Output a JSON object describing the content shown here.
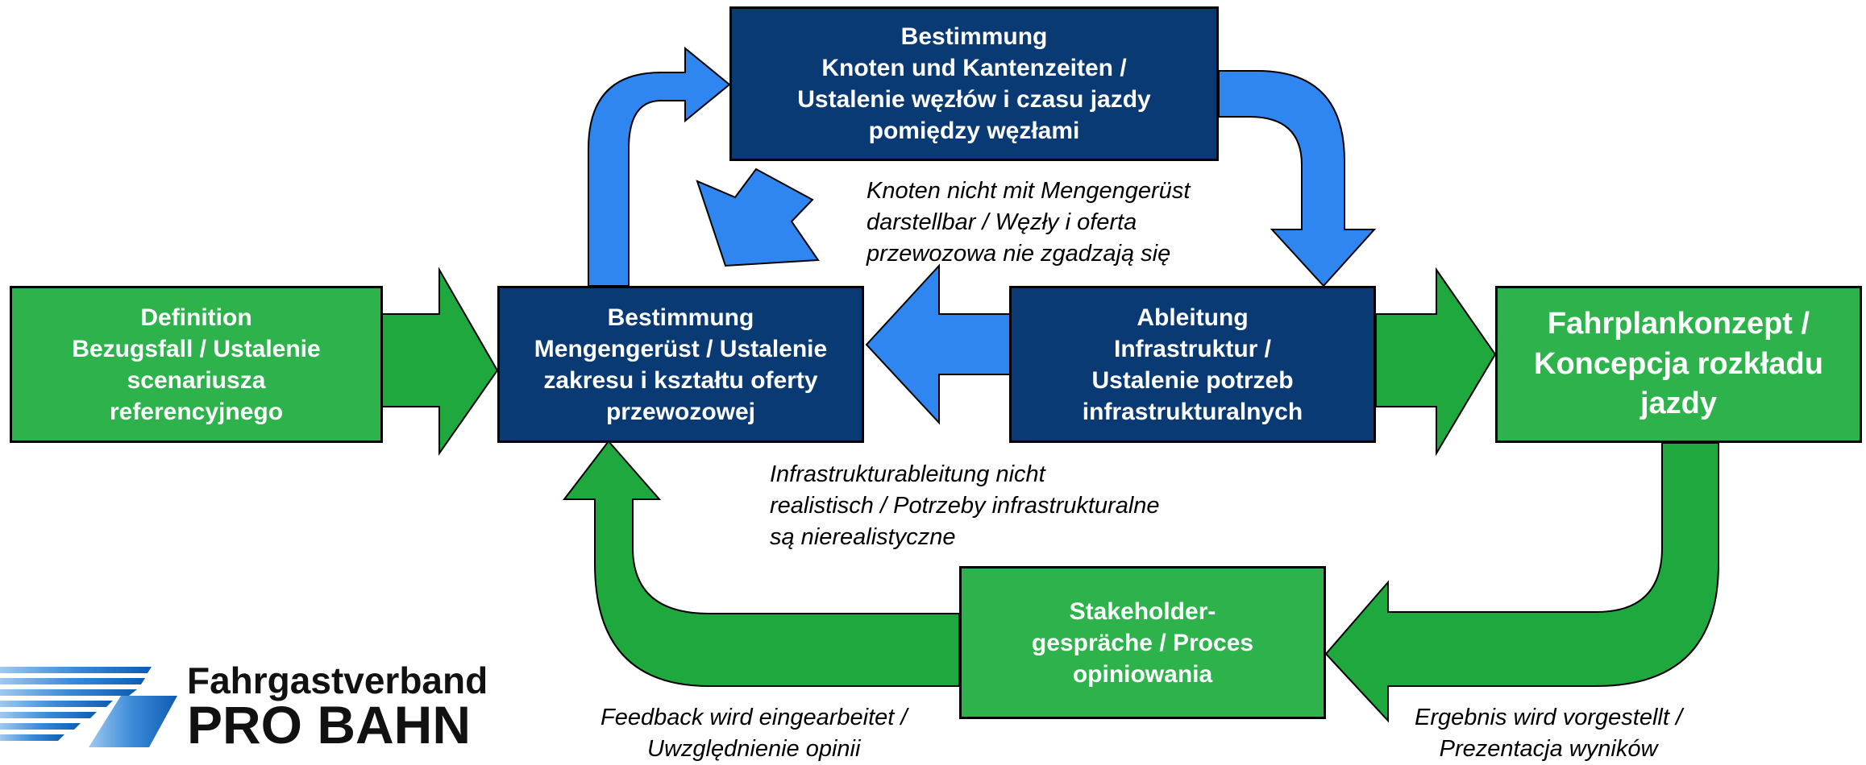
{
  "boxes": {
    "definition": "Definition\nBezugsfall / Ustalenie\nscenariusza\nreferencyjnego",
    "mengengeruest": "Bestimmung\nMengengerüst / Ustalenie\nzakresu i kształtu oferty\nprzewozowej",
    "knoten": "Bestimmung\nKnoten und Kantenzeiten /\nUstalenie węzłów i czasu jazdy\npomiędzy węzłami",
    "infrastruktur": "Ableitung\nInfrastruktur /\nUstalenie potrzeb\ninfrastrukturalnych",
    "fahrplan": "Fahrplankonzept /\nKoncepcja rozkładu\njazdy",
    "stakeholder": "Stakeholder-\ngespräche / Proces\nopiniowania"
  },
  "notes": {
    "knoten_feedback": "Knoten nicht mit Mengengerüst\ndarstellbar / Węzły i oferta\nprzewozowa nie zgadzają się",
    "infra_feedback": "Infrastrukturableitung nicht\nrealistisch / Potrzeby infrastrukturalne\nsą nierealistyczne",
    "feedback": "Feedback wird eingearbeitet /\nUwzględnienie opinii",
    "ergebnis": "Ergebnis wird vorgestellt /\nPrezentacja wyników"
  },
  "logo": {
    "line1": "Fahrgastverband",
    "line2": "PRO BAHN"
  },
  "colors": {
    "navy": "#0a3a73",
    "green": "#2eb34c",
    "arrow_blue": "#2f86f0",
    "arrow_green": "#1fa83e"
  }
}
